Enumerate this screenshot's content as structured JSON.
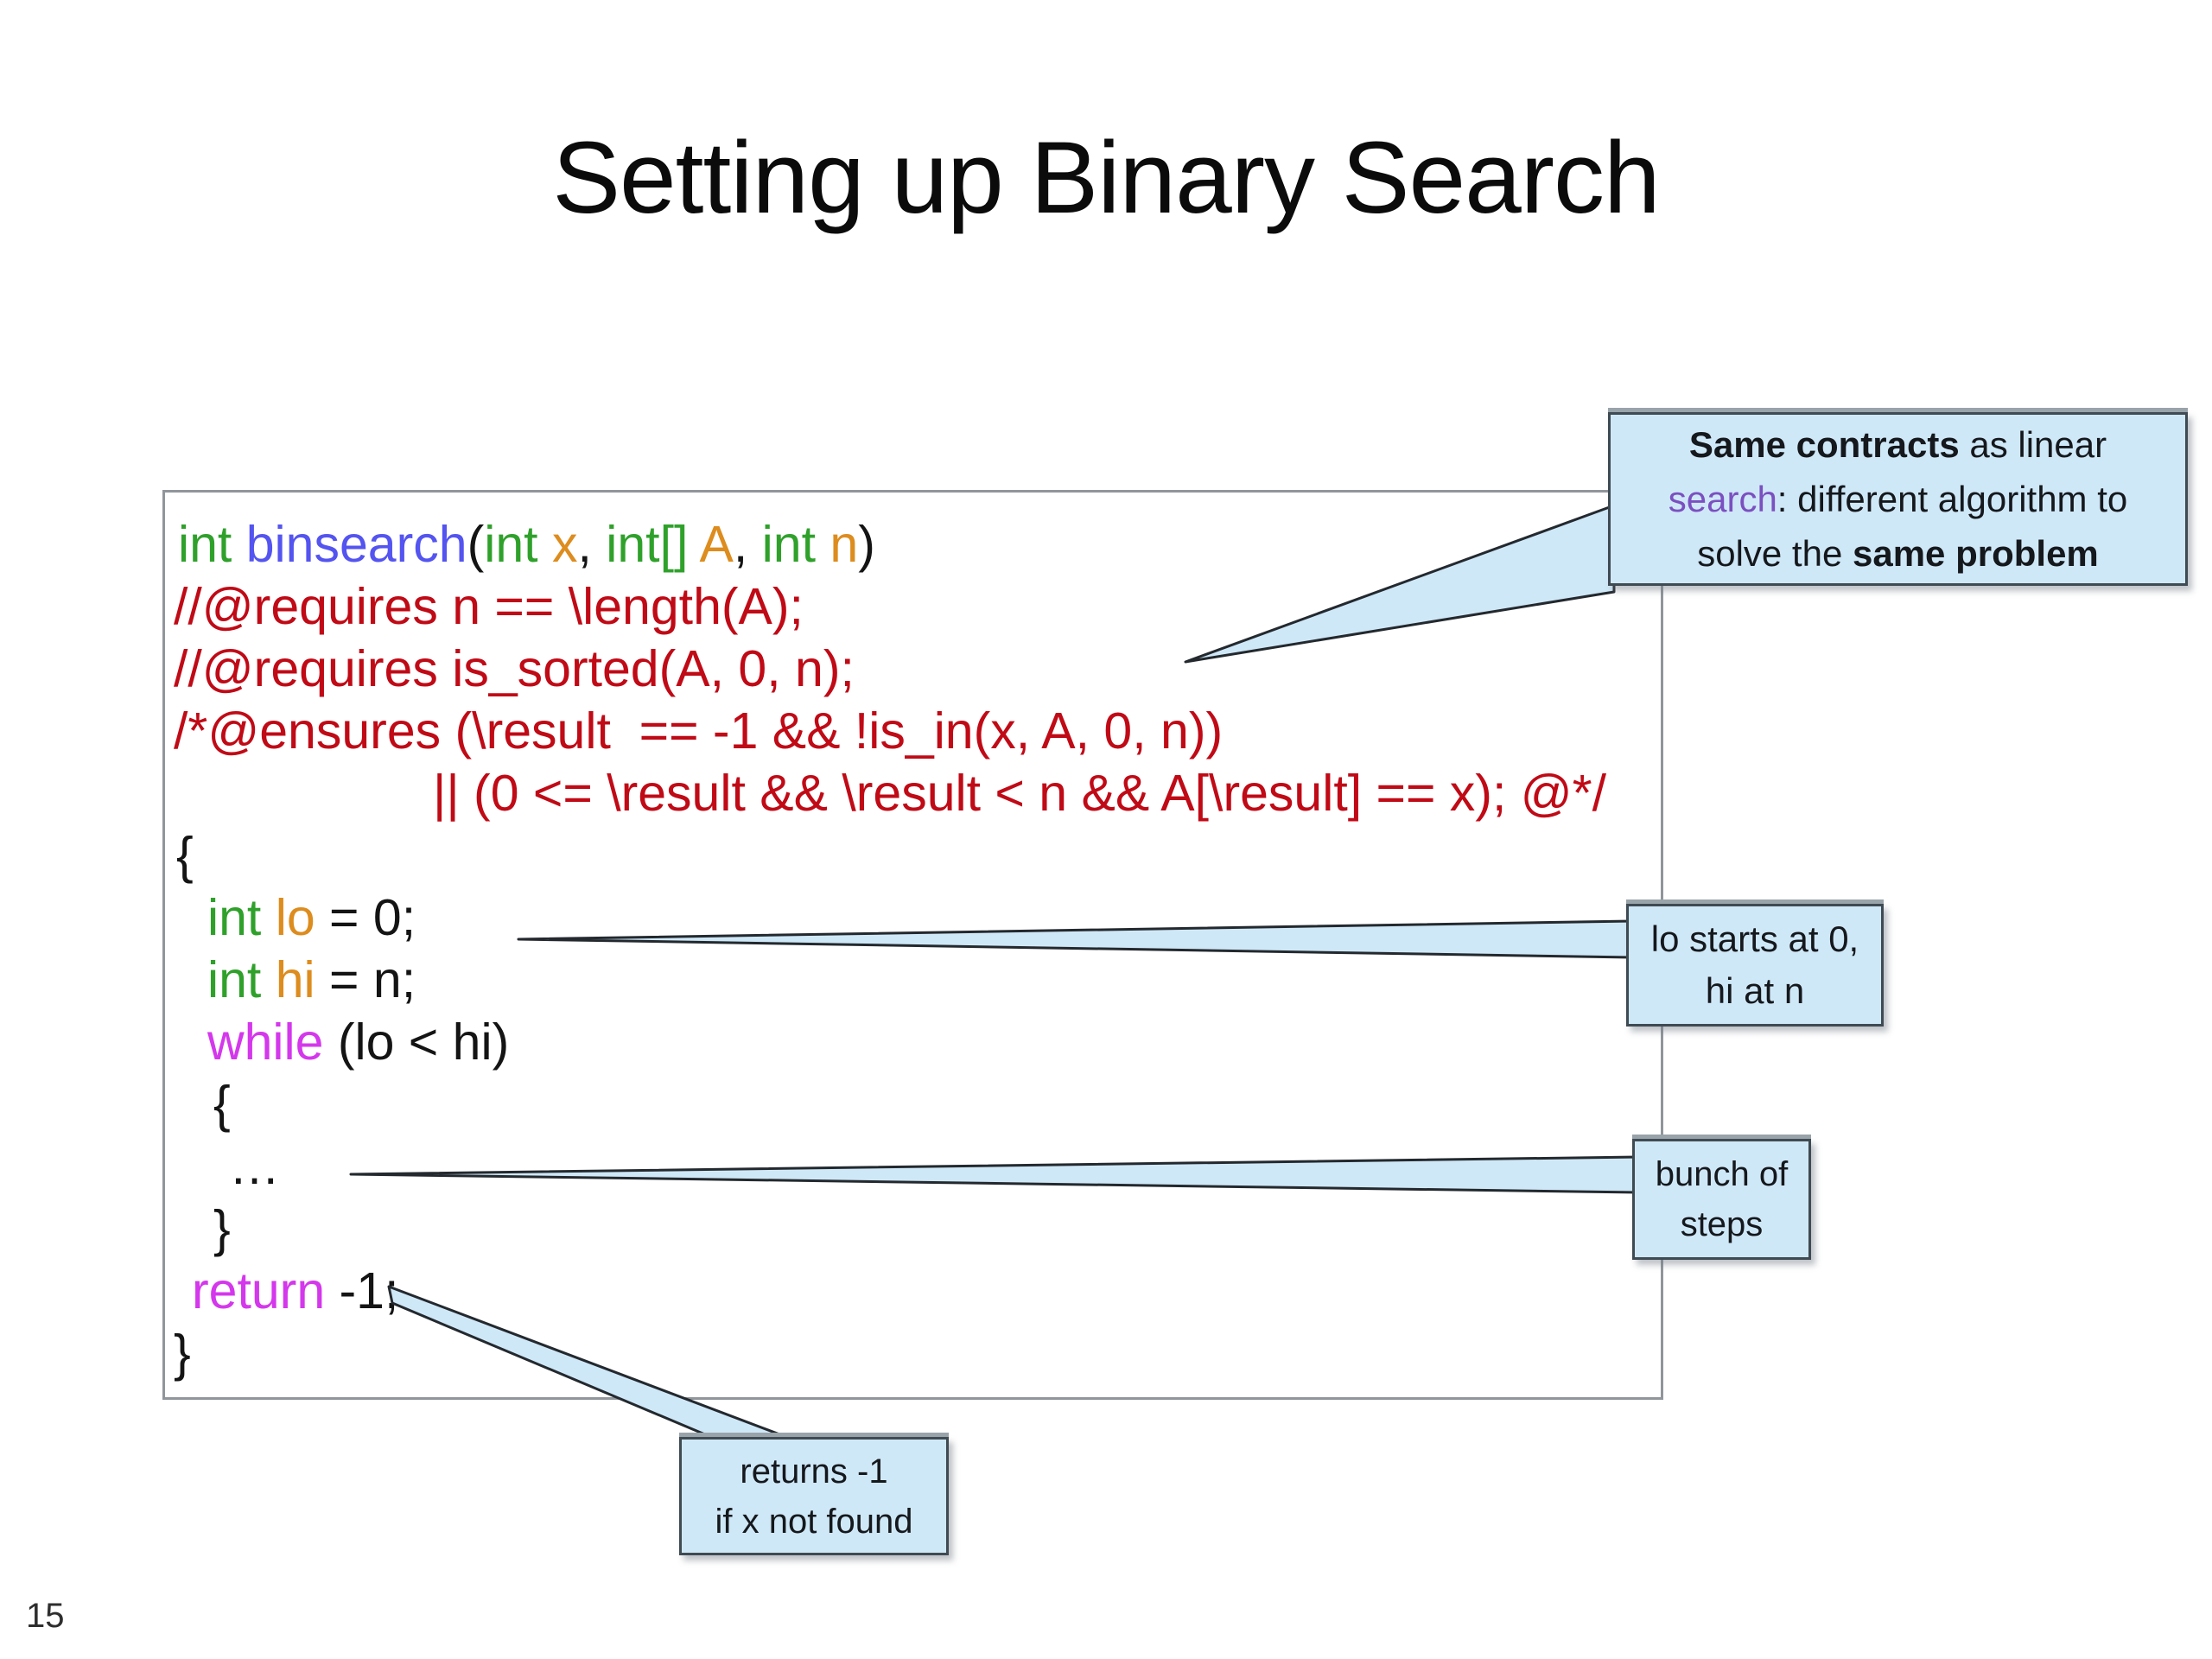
{
  "title": "Setting up Binary Search",
  "page_number": "15",
  "colors": {
    "plain": "#141414",
    "type": "#2fa12b",
    "func": "#5454f0",
    "param": "#dd8c1e",
    "contract": "#c00a16",
    "flow": "#d437ec",
    "callout_fill": "#cfe8f8",
    "callout_border": "#3f4a52",
    "callout_purple": "#7b50c0",
    "tail_stroke": "#23292e",
    "code_box_border": "#90969b"
  },
  "code": {
    "lines": [
      {
        "indent": 15,
        "segments": [
          {
            "text": "int",
            "color": "type"
          },
          {
            "text": " ",
            "color": "plain"
          },
          {
            "text": "binsearch",
            "color": "func"
          },
          {
            "text": "(",
            "color": "plain"
          },
          {
            "text": "int",
            "color": "type"
          },
          {
            "text": " ",
            "color": "plain"
          },
          {
            "text": "x",
            "color": "param"
          },
          {
            "text": ", ",
            "color": "plain"
          },
          {
            "text": "int[]",
            "color": "type"
          },
          {
            "text": " ",
            "color": "plain"
          },
          {
            "text": "A",
            "color": "param"
          },
          {
            "text": ", ",
            "color": "plain"
          },
          {
            "text": "int",
            "color": "type"
          },
          {
            "text": " ",
            "color": "plain"
          },
          {
            "text": "n",
            "color": "param"
          },
          {
            "text": ")",
            "color": "plain"
          }
        ]
      },
      {
        "indent": 10,
        "segments": [
          {
            "text": "//@requires n == \\length(A);",
            "color": "contract"
          }
        ]
      },
      {
        "indent": 10,
        "segments": [
          {
            "text": "//@requires is_sorted(A, 0, n);",
            "color": "contract"
          }
        ]
      },
      {
        "indent": 10,
        "segments": [
          {
            "text": "/*@ensures (\\result  == -1 && !is_in(x, A, 0, n))",
            "color": "contract"
          }
        ]
      },
      {
        "indent": 310,
        "segments": [
          {
            "text": "|| (0 <= \\result && \\result < n && A[\\result] == x); @*/",
            "color": "contract"
          }
        ]
      },
      {
        "indent": 13,
        "segments": [
          {
            "text": "{",
            "color": "plain"
          }
        ]
      },
      {
        "indent": 49,
        "segments": [
          {
            "text": "int",
            "color": "type"
          },
          {
            "text": " ",
            "color": "plain"
          },
          {
            "text": "lo",
            "color": "param"
          },
          {
            "text": " = 0;",
            "color": "plain"
          }
        ]
      },
      {
        "indent": 49,
        "segments": [
          {
            "text": "int",
            "color": "type"
          },
          {
            "text": " ",
            "color": "plain"
          },
          {
            "text": "hi",
            "color": "param"
          },
          {
            "text": " = n;",
            "color": "plain"
          }
        ]
      },
      {
        "indent": 49,
        "segments": [
          {
            "text": "while",
            "color": "flow"
          },
          {
            "text": " (lo < hi)",
            "color": "plain"
          }
        ]
      },
      {
        "indent": 56,
        "segments": [
          {
            "text": "{",
            "color": "plain"
          }
        ]
      },
      {
        "indent": 74,
        "segments": [
          {
            "text": "…",
            "color": "plain"
          }
        ]
      },
      {
        "indent": 56,
        "segments": [
          {
            "text": "}",
            "color": "plain"
          }
        ]
      },
      {
        "indent": 31,
        "segments": [
          {
            "text": "return",
            "color": "flow"
          },
          {
            "text": " -1;",
            "color": "plain"
          }
        ]
      },
      {
        "indent": 10,
        "segments": [
          {
            "text": "}",
            "color": "plain"
          }
        ]
      }
    ]
  },
  "callouts": [
    {
      "name": "same-contracts-note",
      "lines": [
        [
          {
            "text": "Same contracts",
            "bold": true
          },
          {
            "text": " as linear"
          }
        ],
        [
          {
            "text": "search",
            "color": "callout_purple"
          },
          {
            "text": ": different algorithm to"
          }
        ],
        [
          {
            "text": "solve the "
          },
          {
            "text": "same problem",
            "bold": true
          }
        ]
      ]
    },
    {
      "name": "lo-hi-note",
      "lines": [
        [
          {
            "text": "lo starts at 0,"
          }
        ],
        [
          {
            "text": "hi at n"
          }
        ]
      ]
    },
    {
      "name": "bunch-of-steps-note",
      "lines": [
        [
          {
            "text": "bunch of"
          }
        ],
        [
          {
            "text": "steps"
          }
        ]
      ]
    },
    {
      "name": "returns-note",
      "lines": [
        [
          {
            "text": "returns -1"
          }
        ],
        [
          {
            "text": "if x not found"
          }
        ]
      ]
    }
  ]
}
